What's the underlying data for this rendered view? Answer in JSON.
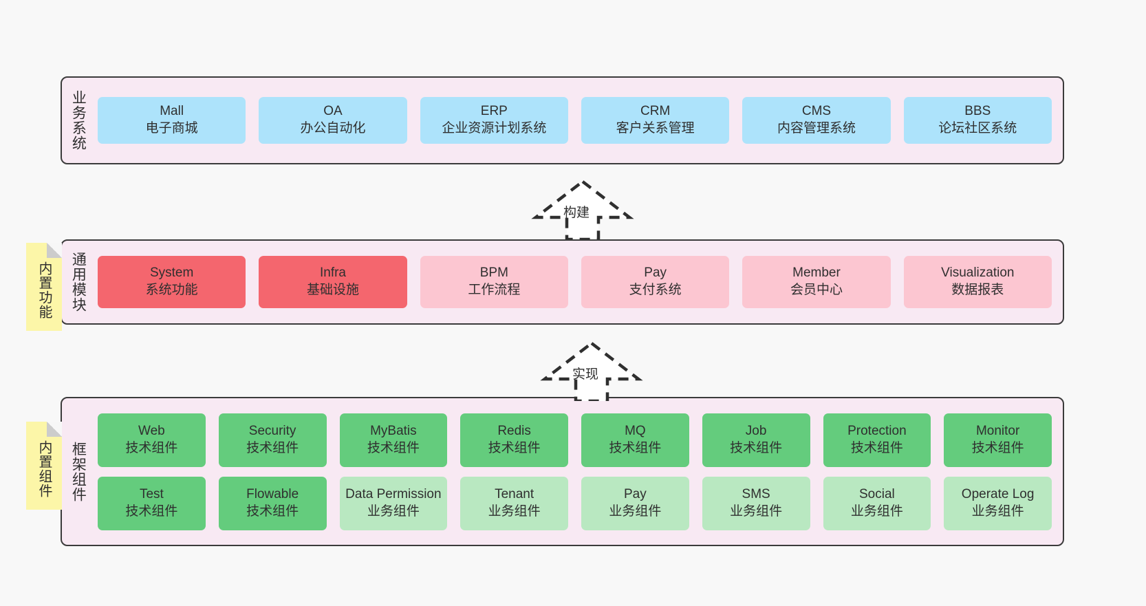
{
  "layers": [
    {
      "id": "business",
      "title": "业务系统",
      "rows": [
        [
          {
            "t1": "Mall",
            "t2": "电子商城",
            "color": "c-blue"
          },
          {
            "t1": "OA",
            "t2": "办公自动化",
            "color": "c-blue"
          },
          {
            "t1": "ERP",
            "t2": "企业资源计划系统",
            "color": "c-blue"
          },
          {
            "t1": "CRM",
            "t2": "客户关系管理",
            "color": "c-blue"
          },
          {
            "t1": "CMS",
            "t2": "内容管理系统",
            "color": "c-blue"
          },
          {
            "t1": "BBS",
            "t2": "论坛社区系统",
            "color": "c-blue"
          }
        ]
      ]
    },
    {
      "id": "common",
      "title": "通用模块",
      "rows": [
        [
          {
            "t1": "System",
            "t2": "系统功能",
            "color": "c-red"
          },
          {
            "t1": "Infra",
            "t2": "基础设施",
            "color": "c-red"
          },
          {
            "t1": "BPM",
            "t2": "工作流程",
            "color": "c-pink"
          },
          {
            "t1": "Pay",
            "t2": "支付系统",
            "color": "c-pink"
          },
          {
            "t1": "Member",
            "t2": "会员中心",
            "color": "c-pink"
          },
          {
            "t1": "Visualization",
            "t2": "数据报表",
            "color": "c-pink"
          }
        ]
      ]
    },
    {
      "id": "frame",
      "title": "框架组件",
      "rows": [
        [
          {
            "t1": "Web",
            "t2": "技术组件",
            "color": "c-green"
          },
          {
            "t1": "Security",
            "t2": "技术组件",
            "color": "c-green"
          },
          {
            "t1": "MyBatis",
            "t2": "技术组件",
            "color": "c-green"
          },
          {
            "t1": "Redis",
            "t2": "技术组件",
            "color": "c-green"
          },
          {
            "t1": "MQ",
            "t2": "技术组件",
            "color": "c-green"
          },
          {
            "t1": "Job",
            "t2": "技术组件",
            "color": "c-green"
          },
          {
            "t1": "Protection",
            "t2": "技术组件",
            "color": "c-green"
          },
          {
            "t1": "Monitor",
            "t2": "技术组件",
            "color": "c-green"
          }
        ],
        [
          {
            "t1": "Test",
            "t2": "技术组件",
            "color": "c-green"
          },
          {
            "t1": "Flowable",
            "t2": "技术组件",
            "color": "c-green"
          },
          {
            "t1": "Data Permission",
            "t2": "业务组件",
            "color": "c-lightgreen"
          },
          {
            "t1": "Tenant",
            "t2": "业务组件",
            "color": "c-lightgreen"
          },
          {
            "t1": "Pay",
            "t2": "业务组件",
            "color": "c-lightgreen"
          },
          {
            "t1": "SMS",
            "t2": "业务组件",
            "color": "c-lightgreen"
          },
          {
            "t1": "Social",
            "t2": "业务组件",
            "color": "c-lightgreen"
          },
          {
            "t1": "Operate Log",
            "t2": "业务组件",
            "color": "c-lightgreen"
          }
        ]
      ]
    }
  ],
  "notes": [
    {
      "id": "note-common",
      "label": "内置功能"
    },
    {
      "id": "note-frame",
      "label": "内置组件"
    }
  ],
  "arrows": [
    {
      "id": "arrow-build",
      "label": "构建"
    },
    {
      "id": "arrow-impl",
      "label": "实现"
    }
  ],
  "colors": {
    "canvas": "#f8f8f8",
    "panel_fill": "#f8e9f3",
    "panel_border": "#3b3b3b",
    "blue": "#ade3fb",
    "red": "#f4666e",
    "pink": "#fcc6d1",
    "green": "#64cc7d",
    "light_green": "#b9e8c1",
    "note_yellow": "#fcf6a8",
    "text": "#2f2f2f"
  }
}
